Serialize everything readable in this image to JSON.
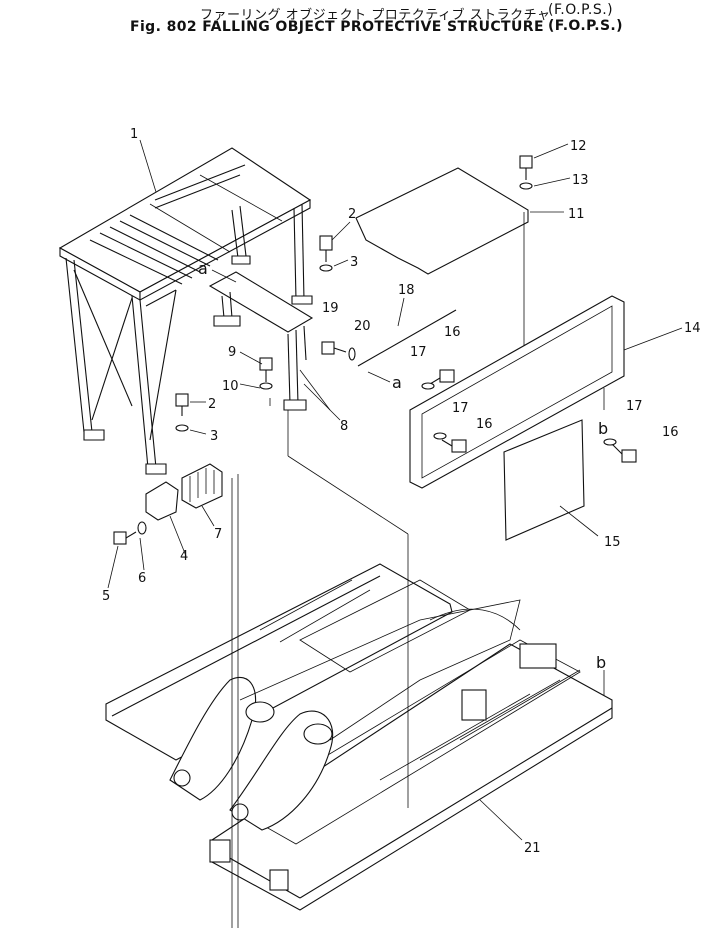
{
  "title": {
    "japanese": "ファーリング オブジェクト プロテクティブ ストラクチャ",
    "japanese_code": "(F.O.P.S.)",
    "english": "Fig. 802  FALLING OBJECT PROTECTIVE STRUCTURE",
    "english_code": "(F.O.P.S.)"
  },
  "callouts": [
    "1",
    "2",
    "3",
    "2",
    "3",
    "4",
    "5",
    "6",
    "7",
    "8",
    "9",
    "10",
    "11",
    "12",
    "13",
    "14",
    "15",
    "16",
    "16",
    "16",
    "17",
    "17",
    "17",
    "18",
    "19",
    "20",
    "21"
  ],
  "reference_marks": [
    "a",
    "a",
    "b",
    "b"
  ]
}
